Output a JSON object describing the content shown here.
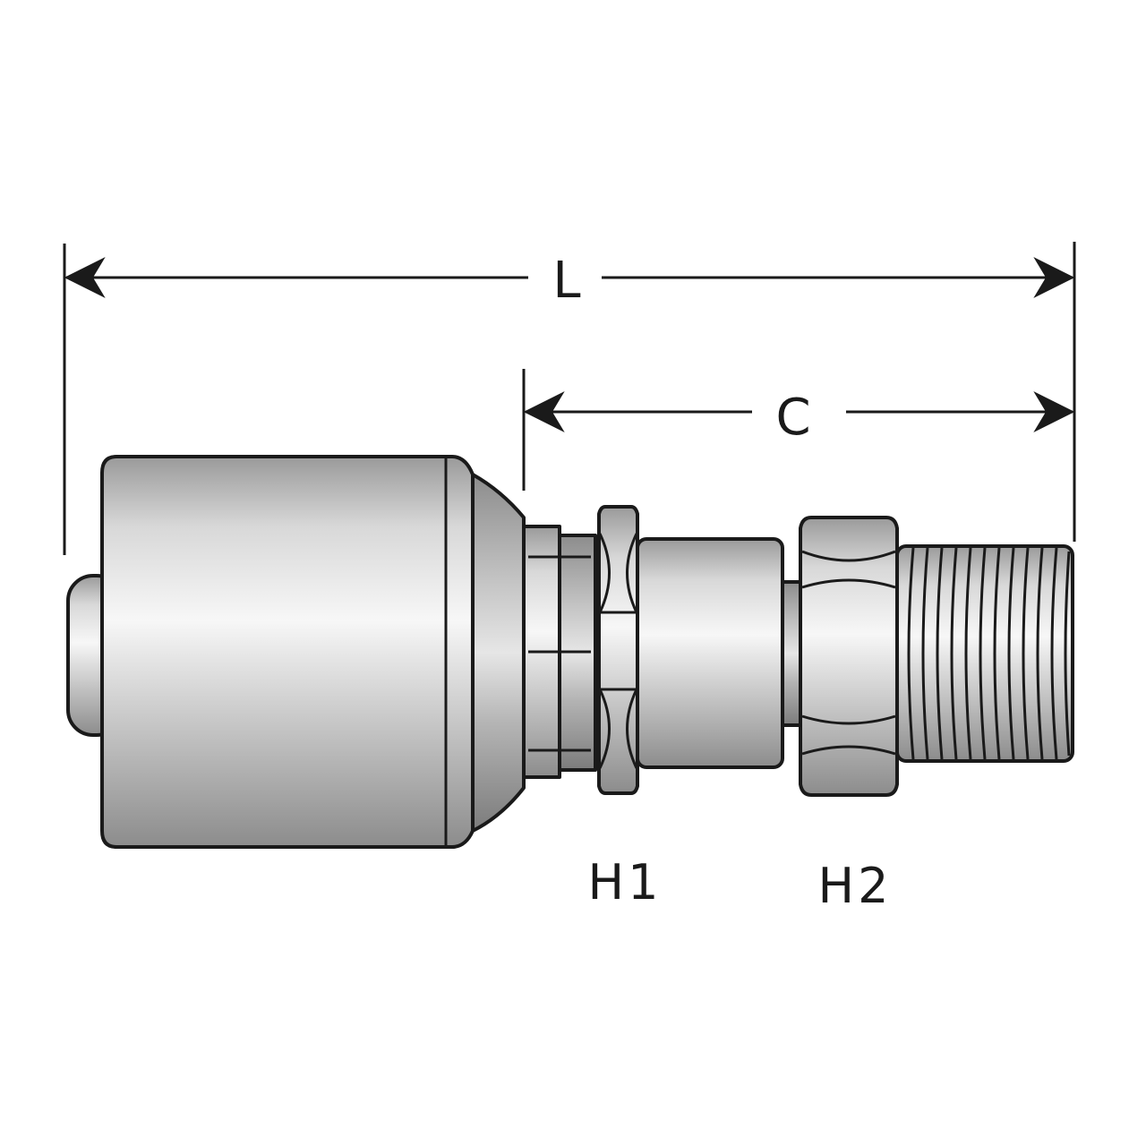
{
  "diagram": {
    "dimensions": {
      "overall_length_label": "L",
      "cutoff_label": "C"
    },
    "hex_labels": {
      "h1": "H1",
      "h2": "H2"
    },
    "colors": {
      "line": "#1a1a1a",
      "metal_light": "#f4f4f4",
      "metal_mid": "#c8c8c8",
      "metal_dark": "#8a8a8a"
    }
  }
}
